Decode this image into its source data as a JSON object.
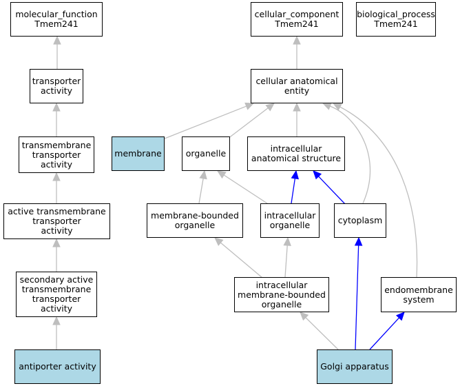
{
  "colors": {
    "highlight": "#add8e6",
    "edge_gray": "#bebebe",
    "edge_blue": "#0000ff"
  },
  "nodes": {
    "mf": "molecular_function\nTmem241",
    "ta": "transporter\nactivity",
    "tta": "transmembrane\ntransporter\nactivity",
    "atta": "active transmembrane\ntransporter\nactivity",
    "satta": "secondary active\ntransmembrane\ntransporter\nactivity",
    "aa": "antiporter activity",
    "cc": "cellular_component\nTmem241",
    "bp": "biological_process\nTmem241",
    "cae": "cellular anatomical\nentity",
    "mem": "membrane",
    "org": "organelle",
    "ias": "intracellular\nanatomical structure",
    "mbo": "membrane-bounded\norganelle",
    "io": "intracellular\norganelle",
    "cyto": "cytoplasm",
    "imbo": "intracellular\nmembrane-bounded\norganelle",
    "ems": "endomembrane\nsystem",
    "golgi": "Golgi apparatus"
  },
  "highlighted": [
    "aa",
    "mem",
    "golgi"
  ],
  "edges": [
    {
      "from": "ta",
      "to": "mf",
      "color": "gray"
    },
    {
      "from": "tta",
      "to": "ta",
      "color": "gray"
    },
    {
      "from": "atta",
      "to": "tta",
      "color": "gray"
    },
    {
      "from": "satta",
      "to": "atta",
      "color": "gray"
    },
    {
      "from": "aa",
      "to": "satta",
      "color": "gray"
    },
    {
      "from": "cae",
      "to": "cc",
      "color": "gray"
    },
    {
      "from": "mem",
      "to": "cae",
      "color": "gray"
    },
    {
      "from": "org",
      "to": "cae",
      "color": "gray"
    },
    {
      "from": "ias",
      "to": "cae",
      "color": "gray"
    },
    {
      "from": "cyto",
      "to": "cae",
      "color": "gray"
    },
    {
      "from": "ems",
      "to": "cae",
      "color": "gray"
    },
    {
      "from": "mbo",
      "to": "org",
      "color": "gray"
    },
    {
      "from": "io",
      "to": "org",
      "color": "gray"
    },
    {
      "from": "io",
      "to": "ias",
      "color": "blue"
    },
    {
      "from": "cyto",
      "to": "ias",
      "color": "blue"
    },
    {
      "from": "imbo",
      "to": "mbo",
      "color": "gray"
    },
    {
      "from": "imbo",
      "to": "io",
      "color": "gray"
    },
    {
      "from": "golgi",
      "to": "imbo",
      "color": "gray"
    },
    {
      "from": "golgi",
      "to": "cyto",
      "color": "blue"
    },
    {
      "from": "golgi",
      "to": "ems",
      "color": "blue"
    }
  ]
}
